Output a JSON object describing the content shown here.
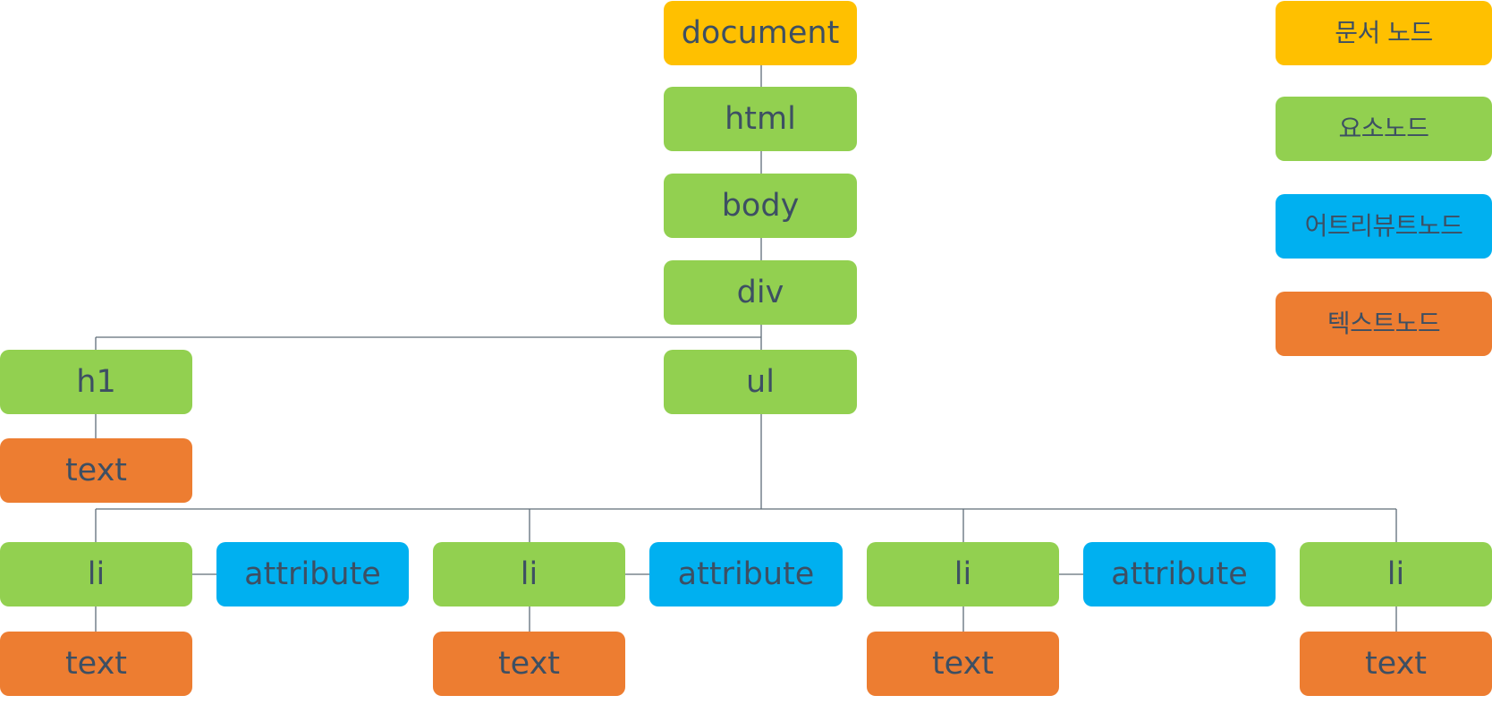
{
  "colors": {
    "document": "#ffc000",
    "element": "#92d050",
    "attribute": "#00b0f0",
    "text": "#ed7d31",
    "label": "#3d4f63",
    "connector": "#5f6d78"
  },
  "nodes": {
    "document": "document",
    "html": "html",
    "body": "body",
    "div": "div",
    "h1": "h1",
    "h1_text": "text",
    "ul": "ul",
    "li_1": "li",
    "attr_1": "attribute",
    "text_1": "text",
    "li_2": "li",
    "attr_2": "attribute",
    "text_2": "text",
    "li_3": "li",
    "attr_3": "attribute",
    "text_3": "text",
    "li_4": "li",
    "text_4": "text"
  },
  "legend": {
    "document_node": "문서 노드",
    "element_node": "요소노드",
    "attribute_node": "어트리뷰트노드",
    "text_node": "텍스트노드"
  }
}
